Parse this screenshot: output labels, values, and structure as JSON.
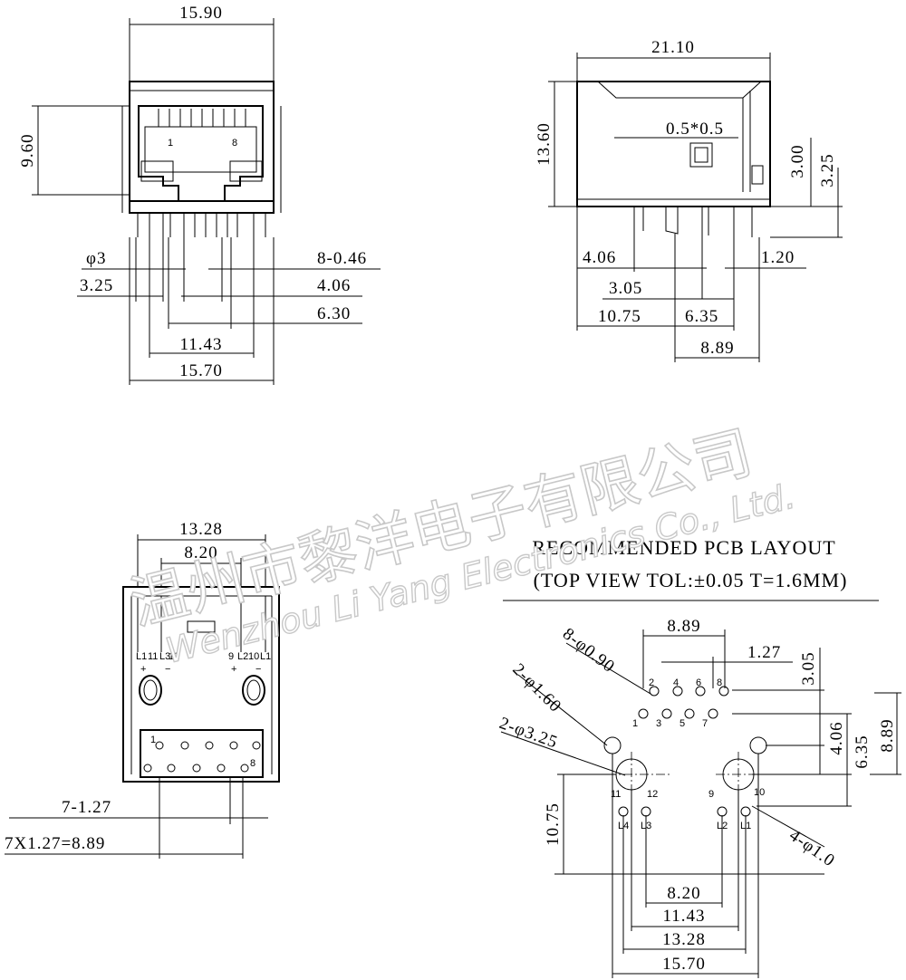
{
  "front_view": {
    "dims": [
      "15.90",
      "9.60",
      "φ3",
      "8-0.46",
      "3.25",
      "4.06",
      "6.30",
      "11.43",
      "15.70"
    ],
    "pins": [
      "1",
      "8"
    ]
  },
  "side_view": {
    "dims": [
      "21.10",
      "13.60",
      "0.5*0.5",
      "3.00",
      "3.25",
      "4.06",
      "1.20",
      "3.05",
      "10.75",
      "6.35",
      "8.89"
    ]
  },
  "bottom_view": {
    "dims": [
      "13.28",
      "8.20",
      "7-1.27",
      "7X1.27=8.89"
    ],
    "led_labels": [
      "L1",
      "11",
      "L3",
      "12",
      "9",
      "L2",
      "10",
      "L1"
    ],
    "signs": [
      "+",
      "−",
      "+",
      "−"
    ],
    "pins": [
      "1",
      "8"
    ]
  },
  "pcb_layout": {
    "title": "RECOMMENDED PCB LAYOUT",
    "subtitle": "(TOP VIEW TOL:±0.05 T=1.6MM)",
    "dims": [
      "8.89",
      "1.27",
      "3.05",
      "8-φ0.90",
      "2-φ1.60",
      "2-φ3.25",
      "4.06",
      "6.35",
      "8.89",
      "10.75",
      "4-φ1.0",
      "8.20",
      "11.43",
      "13.28",
      "15.70"
    ],
    "pin_top": [
      "2",
      "4",
      "6",
      "8"
    ],
    "pin_bottom": [
      "1",
      "3",
      "5",
      "7"
    ],
    "led_pins": [
      "11",
      "12",
      "9",
      "10"
    ],
    "led_sub": [
      "L4",
      "L3",
      "L2",
      "L1"
    ]
  },
  "watermark": {
    "chinese": "温州市黎洋电子有限公司",
    "english": "Wenzhou Li Yang Electronics Co., Ltd."
  }
}
